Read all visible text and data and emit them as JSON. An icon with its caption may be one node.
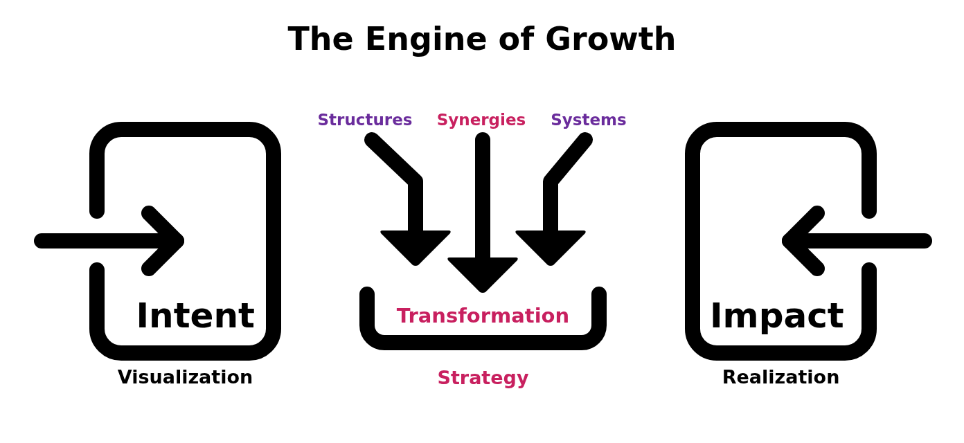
{
  "diagram": {
    "title": "The Engine of Growth",
    "nodes": [
      {
        "text": [
          "Intent"
        ],
        "beside": [
          "Visualization"
        ]
      },
      {
        "text": [
          "Transformation"
        ],
        "beside": [
          "Strategy"
        ]
      },
      {
        "text": [
          "Impact"
        ],
        "beside": [
          "Realization"
        ]
      },
      {
        "text": [
          "Structures"
        ]
      },
      {
        "text": [
          "Synergies"
        ]
      },
      {
        "text": [
          "Systems"
        ]
      }
    ],
    "edges": [
      {
        "from": null,
        "to": 0,
        "arrow": "to"
      },
      {
        "from": 3,
        "to": 1,
        "arrow": "to"
      },
      {
        "from": 4,
        "to": 1,
        "arrow": "to"
      },
      {
        "from": 5,
        "to": 1,
        "arrow": "to"
      },
      {
        "from": null,
        "to": 2,
        "arrow": "to"
      }
    ]
  }
}
